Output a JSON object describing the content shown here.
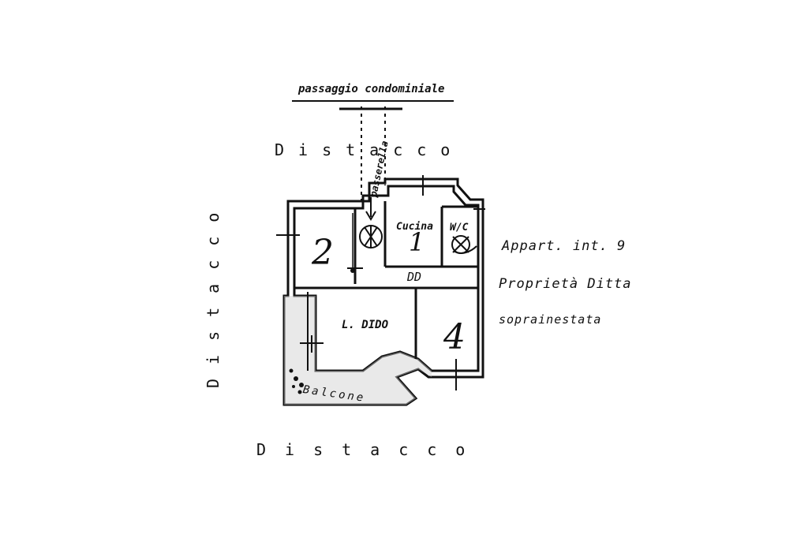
{
  "drawing": {
    "passage_label": "passaggio condominiale",
    "walkway_label": "passerella",
    "distacco_top": "Distacco",
    "distacco_left": "Distacco",
    "distacco_bottom": "Distacco",
    "rooms": {
      "cucina": "Cucina",
      "wc": "W/C",
      "living": "L. DIDO",
      "dd": "DD",
      "balcony": "Balcone"
    },
    "room_numbers": {
      "room_2": "2",
      "room_1": "1",
      "room_4": "4"
    },
    "notes": {
      "line1": "Appart. int. 9",
      "line2": "Proprietà Ditta",
      "line3": "soprainestata"
    }
  },
  "colors": {
    "ink": "#111111",
    "paper": "#ffffff",
    "shade": "#cfcfcf"
  }
}
